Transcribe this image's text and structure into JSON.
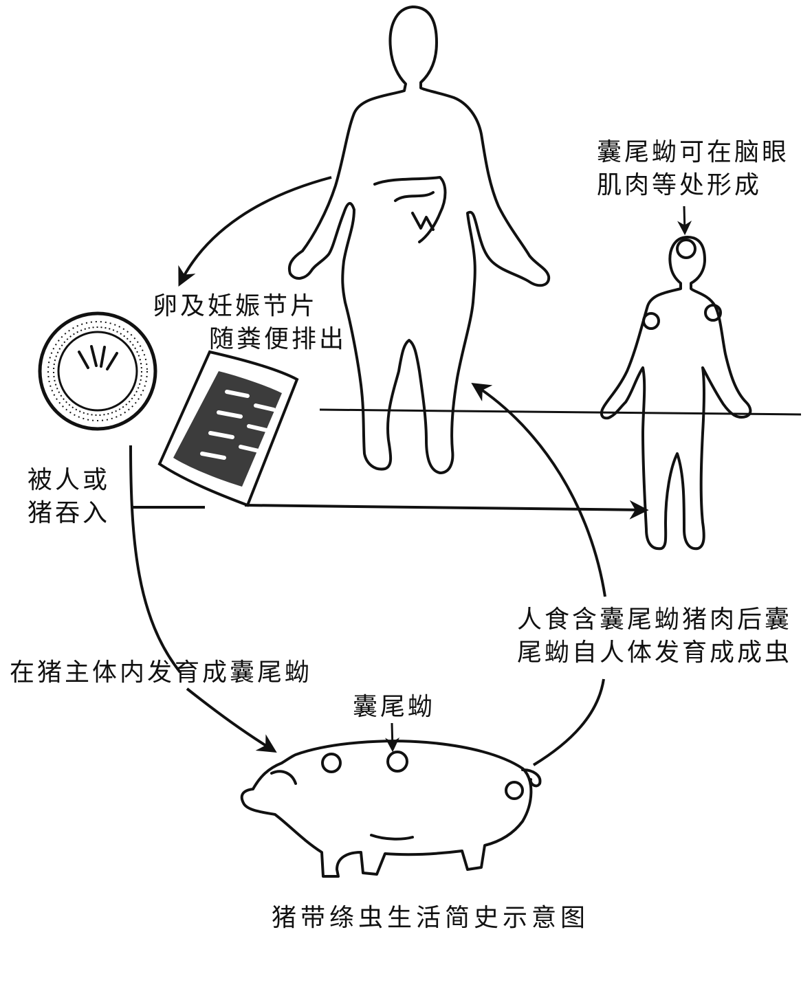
{
  "labels": {
    "brain_eye_line1": "囊尾蚴可在脑眼",
    "brain_eye_line2": "肌肉等处形成",
    "eggs_line1": "卵及妊娠节片",
    "eggs_line2": "随粪便排出",
    "swallow_line1": "被人或",
    "swallow_line2": "猪吞入",
    "human_eats_line1": "人食含囊尾蚴猪肉后囊",
    "human_eats_line2": "尾蚴自人体发育成成虫",
    "pig_develops": "在猪主体内发育成囊尾蚴",
    "cysticercus": "囊尾蚴"
  },
  "caption": "猪带绦虫生活简史示意图"
}
